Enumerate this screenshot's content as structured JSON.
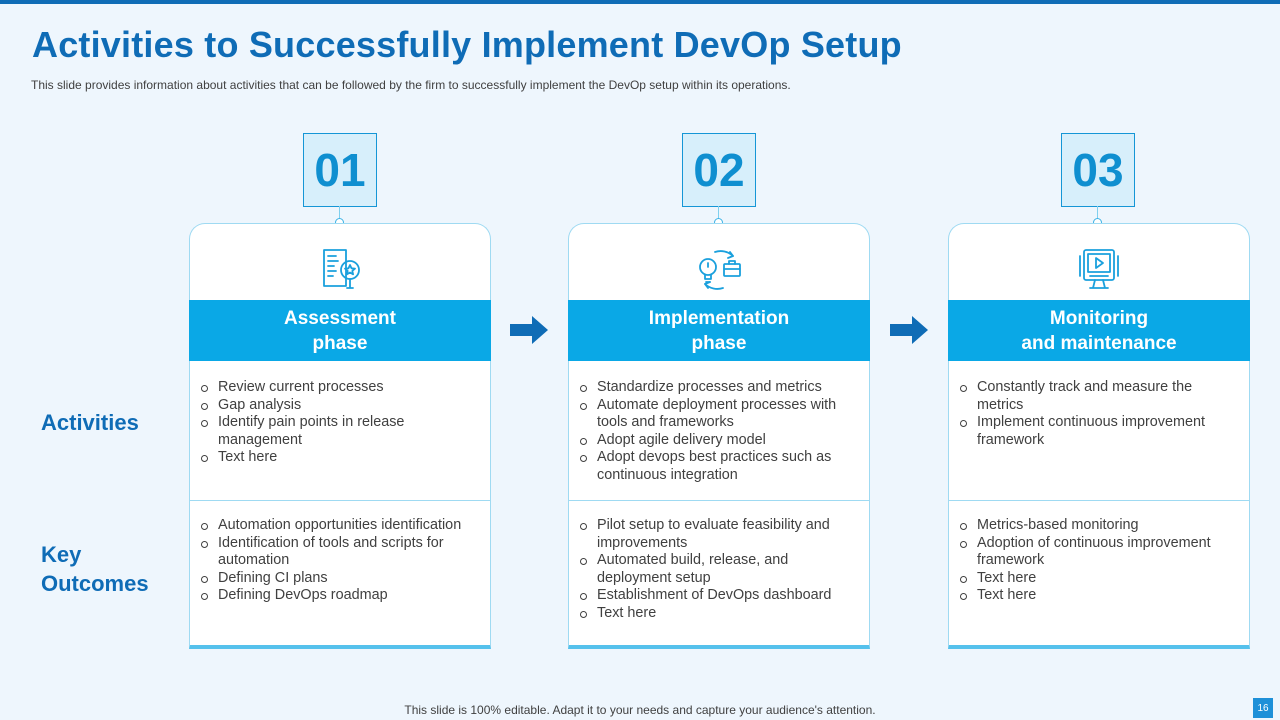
{
  "header": {
    "title": "Activities to Successfully Implement DevOp Setup",
    "subtitle": "This slide provides  information  about activities that can be followed  by the firm to successfully implement the DevOp  setup within its operations."
  },
  "row_labels": {
    "activities": "Activities",
    "outcomes_line1": "Key",
    "outcomes_line2": "Outcomes"
  },
  "phases": [
    {
      "number": "01",
      "icon": "document-star-icon",
      "title_line1": "Assessment",
      "title_line2": "phase",
      "activities": [
        "Review current processes",
        "Gap analysis",
        "Identify pain points in release management",
        "Text here"
      ],
      "outcomes": [
        "Automation opportunities identification",
        "Identification of tools and scripts for automation",
        "Defining CI plans",
        "Defining DevOps roadmap"
      ]
    },
    {
      "number": "02",
      "icon": "lightbulb-briefcase-cycle-icon",
      "title_line1": "Implementation",
      "title_line2": "phase",
      "activities": [
        "Standardize processes and metrics",
        "Automate deployment processes with tools and frameworks",
        "Adopt agile delivery model",
        "Adopt devops best practices such as continuous integration"
      ],
      "outcomes": [
        "Pilot setup to evaluate feasibility and improvements",
        "Automated build, release, and deployment setup",
        "Establishment of DevOps dashboard",
        "Text here"
      ]
    },
    {
      "number": "03",
      "icon": "monitor-play-icon",
      "title_line1": "Monitoring",
      "title_line2": "and maintenance",
      "activities": [
        "Constantly track and measure the metrics",
        "Implement continuous improvement framework"
      ],
      "outcomes": [
        "Metrics-based monitoring",
        "Adoption of continuous improvement framework",
        "Text here",
        "Text here"
      ]
    }
  ],
  "footer": {
    "note": "This slide is 100% editable. Adapt it to your needs and capture your audience's attention.",
    "page_number": "16"
  },
  "colors": {
    "primary": "#0f6cb6",
    "band": "#0aa8e6",
    "number": "#0f8fd0",
    "text": "#404040"
  }
}
